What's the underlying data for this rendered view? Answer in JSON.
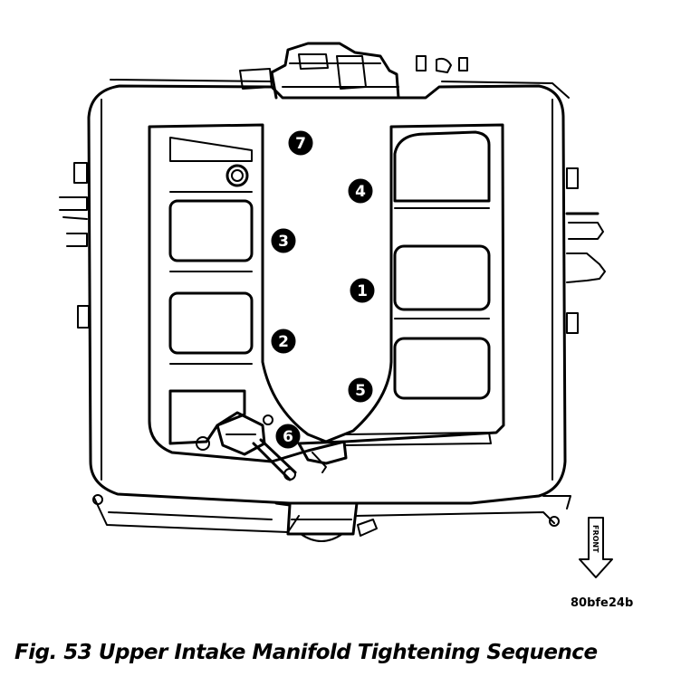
{
  "figure": {
    "caption": "Fig. 53 Upper Intake Manifold Tightening Sequence",
    "part_code": "80bfe24b",
    "front_label": "FRONT"
  },
  "bolts": [
    {
      "label": "1"
    },
    {
      "label": "2"
    },
    {
      "label": "3"
    },
    {
      "label": "4"
    },
    {
      "label": "5"
    },
    {
      "label": "6"
    },
    {
      "label": "7"
    }
  ],
  "colors": {
    "ink": "#000000",
    "paper": "#ffffff"
  }
}
